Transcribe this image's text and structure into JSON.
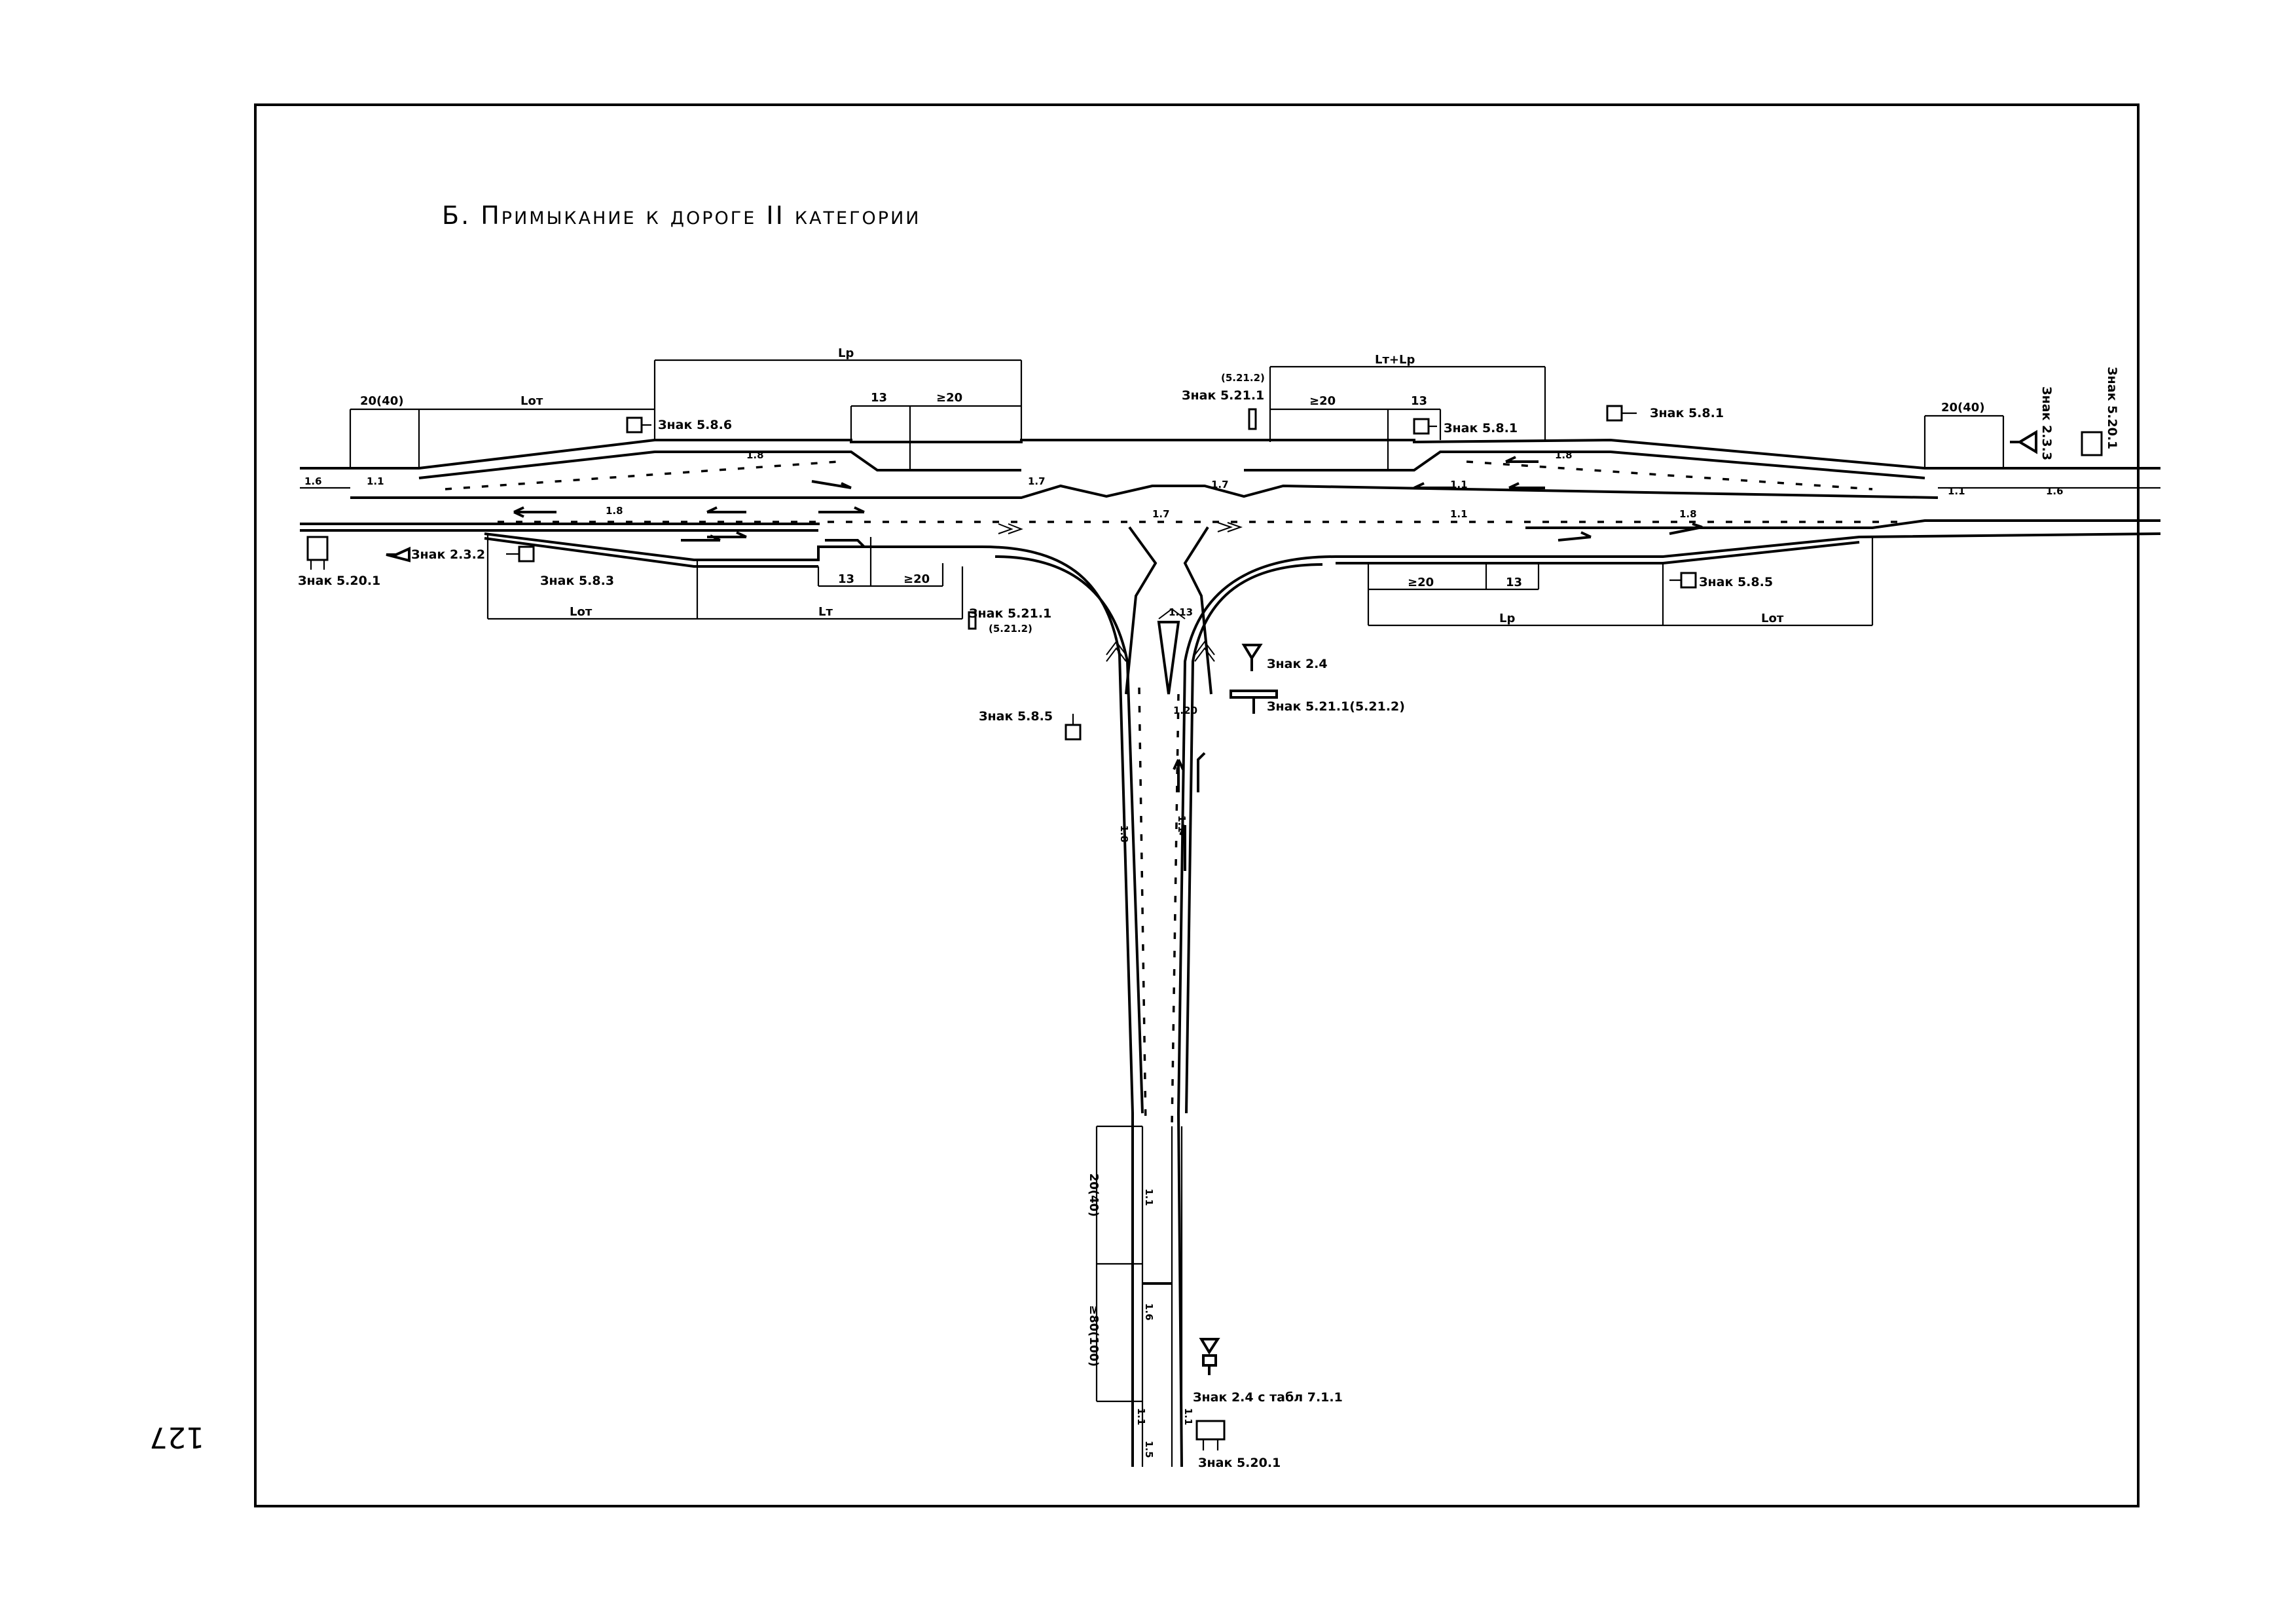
{
  "title": "Б. Примыкание к дороге II категории",
  "page_number": "127",
  "colors": {
    "ink": "#000000",
    "paper": "#ffffff"
  },
  "dimensions": {
    "d_20_40_left": "20(40)",
    "d_20_40_right": "20(40)",
    "d_20_40_vertical": "20(40)",
    "d_80_100_vertical": "≥80(100)",
    "lot_top_left": "Lот",
    "lp_top": "Lр",
    "lt_lr_top": "Lт+Lр",
    "d13_a": "13",
    "d20_a": "≥20",
    "d20_b": "≥20",
    "d13_b": "13",
    "lot_bottom_left": "Lот",
    "lt_bottom": "Lт",
    "d13_c": "13",
    "d20_c": "≥20",
    "d20_d": "≥20",
    "d13_d": "13",
    "lp_bottom": "Lр",
    "lot_bottom_right": "Lот"
  },
  "markings": {
    "m16_left": "1.6",
    "m11_left": "1.1",
    "m18_top_left": "1.8",
    "m17_a": "1.7",
    "m17_b": "1.7",
    "m17_c": "1.7",
    "m11_top_right": "1.1",
    "m18_top_right": "1.8",
    "m11_right": "1.1",
    "m16_right": "1.6",
    "m18_bottom_left": "1.8",
    "m11_bottom_right": "1.1",
    "m18_bottom_right": "1.8",
    "m113": "1.13",
    "m120": "1.20",
    "m18_stem": "1.8",
    "m11_stem_a": "1.1",
    "m11_stem_b": "1.1",
    "m16_stem": "1.6",
    "m11_stem_c": "1.1",
    "m15_stem": "1.5",
    "m11_stem_d": "1.1"
  },
  "signs": {
    "s586": "Знак 5.8.6",
    "s5211_top_alt": "(5.21.2)",
    "s5211_top": "Знак 5.21.1",
    "s581_a": "Знак 5.8.1",
    "s581_b": "Знак 5.8.1",
    "s233": "Знак 2.3.3",
    "s5201_right": "Знак 5.20.1",
    "s5201_left": "Знак 5.20.1",
    "s232": "Знак 2.3.2",
    "s583": "Знак 5.8.3",
    "s5211_bottom": "Знак 5.21.1",
    "s5212_bottom": "(5.21.2)",
    "s585_right": "Знак 5.8.5",
    "s24": "Знак 2.4",
    "s5211_5212": "Знак 5.21.1(5.21.2)",
    "s585_stem": "Знак 5.8.5",
    "s24_tab": "Знак 2.4 с табл 7.1.1",
    "s5201_stem": "Знак 5.20.1"
  }
}
